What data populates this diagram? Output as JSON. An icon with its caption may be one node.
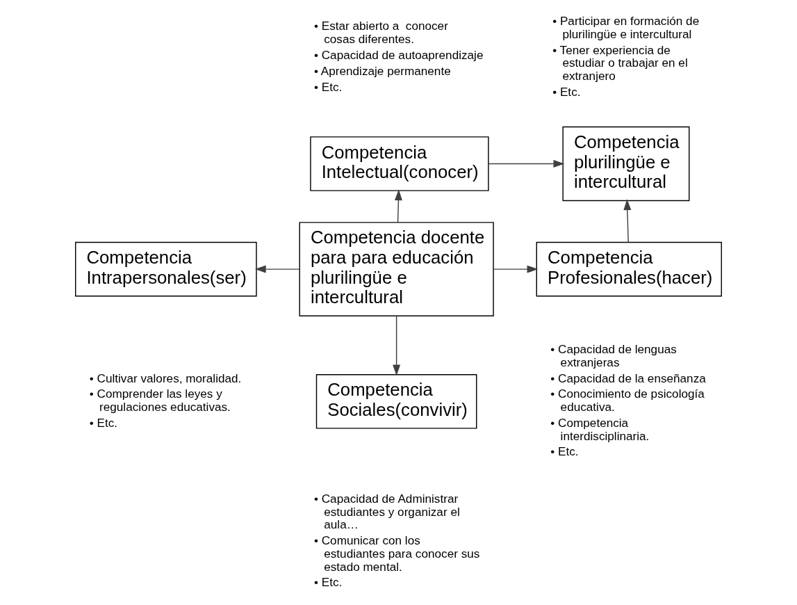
{
  "diagram": {
    "nodes": [
      {
        "text": [
          "Competencia docente para para educación plurilingüe e intercultural"
        ]
      },
      {
        "text": [
          "Competencia Intelectual(conocer)"
        ],
        "beside": [
          "• Estar abierto a  conocer cosas diferentes.",
          "• Capacidad de autoaprendizaje",
          "• Aprendizaje permanente",
          "• Etc."
        ]
      },
      {
        "text": [
          "Competencia plurilingüe e intercultural"
        ],
        "beside": [
          "• Participar en formación de plurilingüe e intercultural",
          "• Tener experiencia de estudiar o trabajar en el extranjero",
          "• Etc."
        ]
      },
      {
        "text": [
          "Competencia Intrapersonales(ser)"
        ],
        "beside": [
          "• Cultivar valores, moralidad.",
          "• Comprender las leyes y regulaciones educativas.",
          "• Etc."
        ]
      },
      {
        "text": [
          "Competencia Profesionales(hacer)"
        ],
        "beside": [
          "• Capacidad de lenguas extranjeras",
          "• Capacidad de la enseñanza",
          "• Conocimiento de psicología educativa.",
          "• Competencia interdisciplinaria.",
          "• Etc."
        ]
      },
      {
        "text": [
          "Competencia Sociales(convivir)"
        ],
        "beside": [
          "• Capacidad de Administrar estudiantes y organizar el aula…",
          "• Comunicar con los estudiantes para conocer sus estado mental.",
          "• Etc."
        ]
      }
    ],
    "edges": [
      {
        "from": 0,
        "to": 1,
        "arrow": "to"
      },
      {
        "from": 1,
        "to": 2,
        "arrow": "to"
      },
      {
        "from": 0,
        "to": 3,
        "arrow": "to"
      },
      {
        "from": 0,
        "to": 4,
        "arrow": "to"
      },
      {
        "from": 4,
        "to": 2,
        "arrow": "to"
      },
      {
        "from": 0,
        "to": 5,
        "arrow": "to"
      }
    ]
  }
}
